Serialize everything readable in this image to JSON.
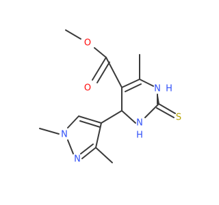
{
  "molecule": {
    "atoms": {
      "ester_O_single": "O",
      "ester_O_double": "O",
      "ring_N_upper": "N",
      "ring_N_upper_H": "H",
      "ring_N_lower": "N",
      "ring_N_lower_H": "H",
      "thione_S": "S",
      "pyrazole_N1": "N",
      "pyrazole_N2": "N"
    },
    "colors": {
      "bond": "#3a3a3a",
      "oxygen": "#ff0d0d",
      "nitrogen": "#3050f8",
      "sulfur": "#b5a300"
    }
  }
}
